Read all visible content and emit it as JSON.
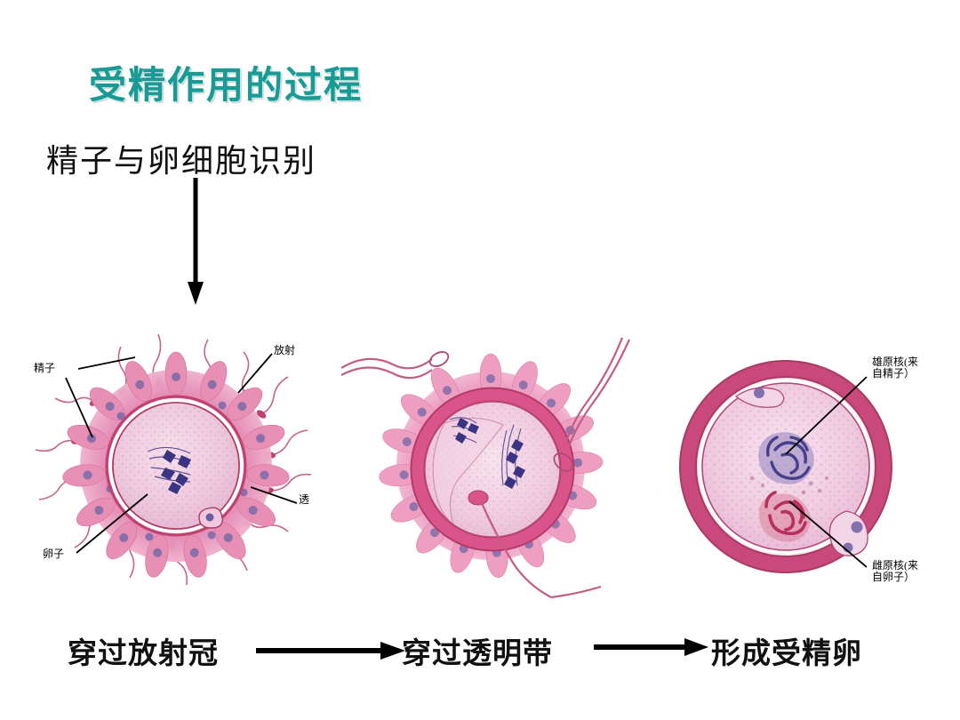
{
  "slide": {
    "title": "受精作用的过程",
    "subtitle": "精子与卵细胞识别",
    "title_color": "#1a9a95",
    "background_color": "#ffffff"
  },
  "figures": [
    {
      "id": "stage-1",
      "caption": "穿过放射冠",
      "description": "卵子被放射冠细胞包围，多个精子附着在外周",
      "labels": [
        {
          "name": "sperm",
          "text": "精子"
        },
        {
          "name": "egg",
          "text": "卵子"
        },
        {
          "name": "corona-radiata",
          "text": "放射"
        },
        {
          "name": "zona-pellucida",
          "text": "透"
        }
      ]
    },
    {
      "id": "stage-2",
      "caption": "穿过透明带",
      "description": "精子穿过透明带进入卵细胞质",
      "labels": []
    },
    {
      "id": "stage-3",
      "caption": "形成受精卵",
      "description": "受精卵中可见雄原核与雌原核",
      "labels": [
        {
          "name": "male-pronucleus",
          "text": "雄原核(来\n自精子）"
        },
        {
          "name": "female-pronucleus",
          "text": "雌原核(来\n自卵子）"
        }
      ]
    }
  ],
  "flow": {
    "step1": "穿过放射冠",
    "step2": "穿过透明带",
    "step3": "形成受精卵",
    "arrow1": "arrow-right-icon",
    "arrow2": "arrow-right-icon",
    "down_arrow": "arrow-down-icon"
  },
  "colors": {
    "corona": "#e994bb",
    "corona_dark": "#d2588c",
    "zona": "#d9548a",
    "zona_deep": "#c0416f",
    "ooplasm": "#eec9dd",
    "ooplasm_speck": "#d89ebd",
    "nucleus_male": "#5b4f9c",
    "nucleus_female": "#c23b6a",
    "outline": "#a83a63",
    "ink": "#111111"
  }
}
